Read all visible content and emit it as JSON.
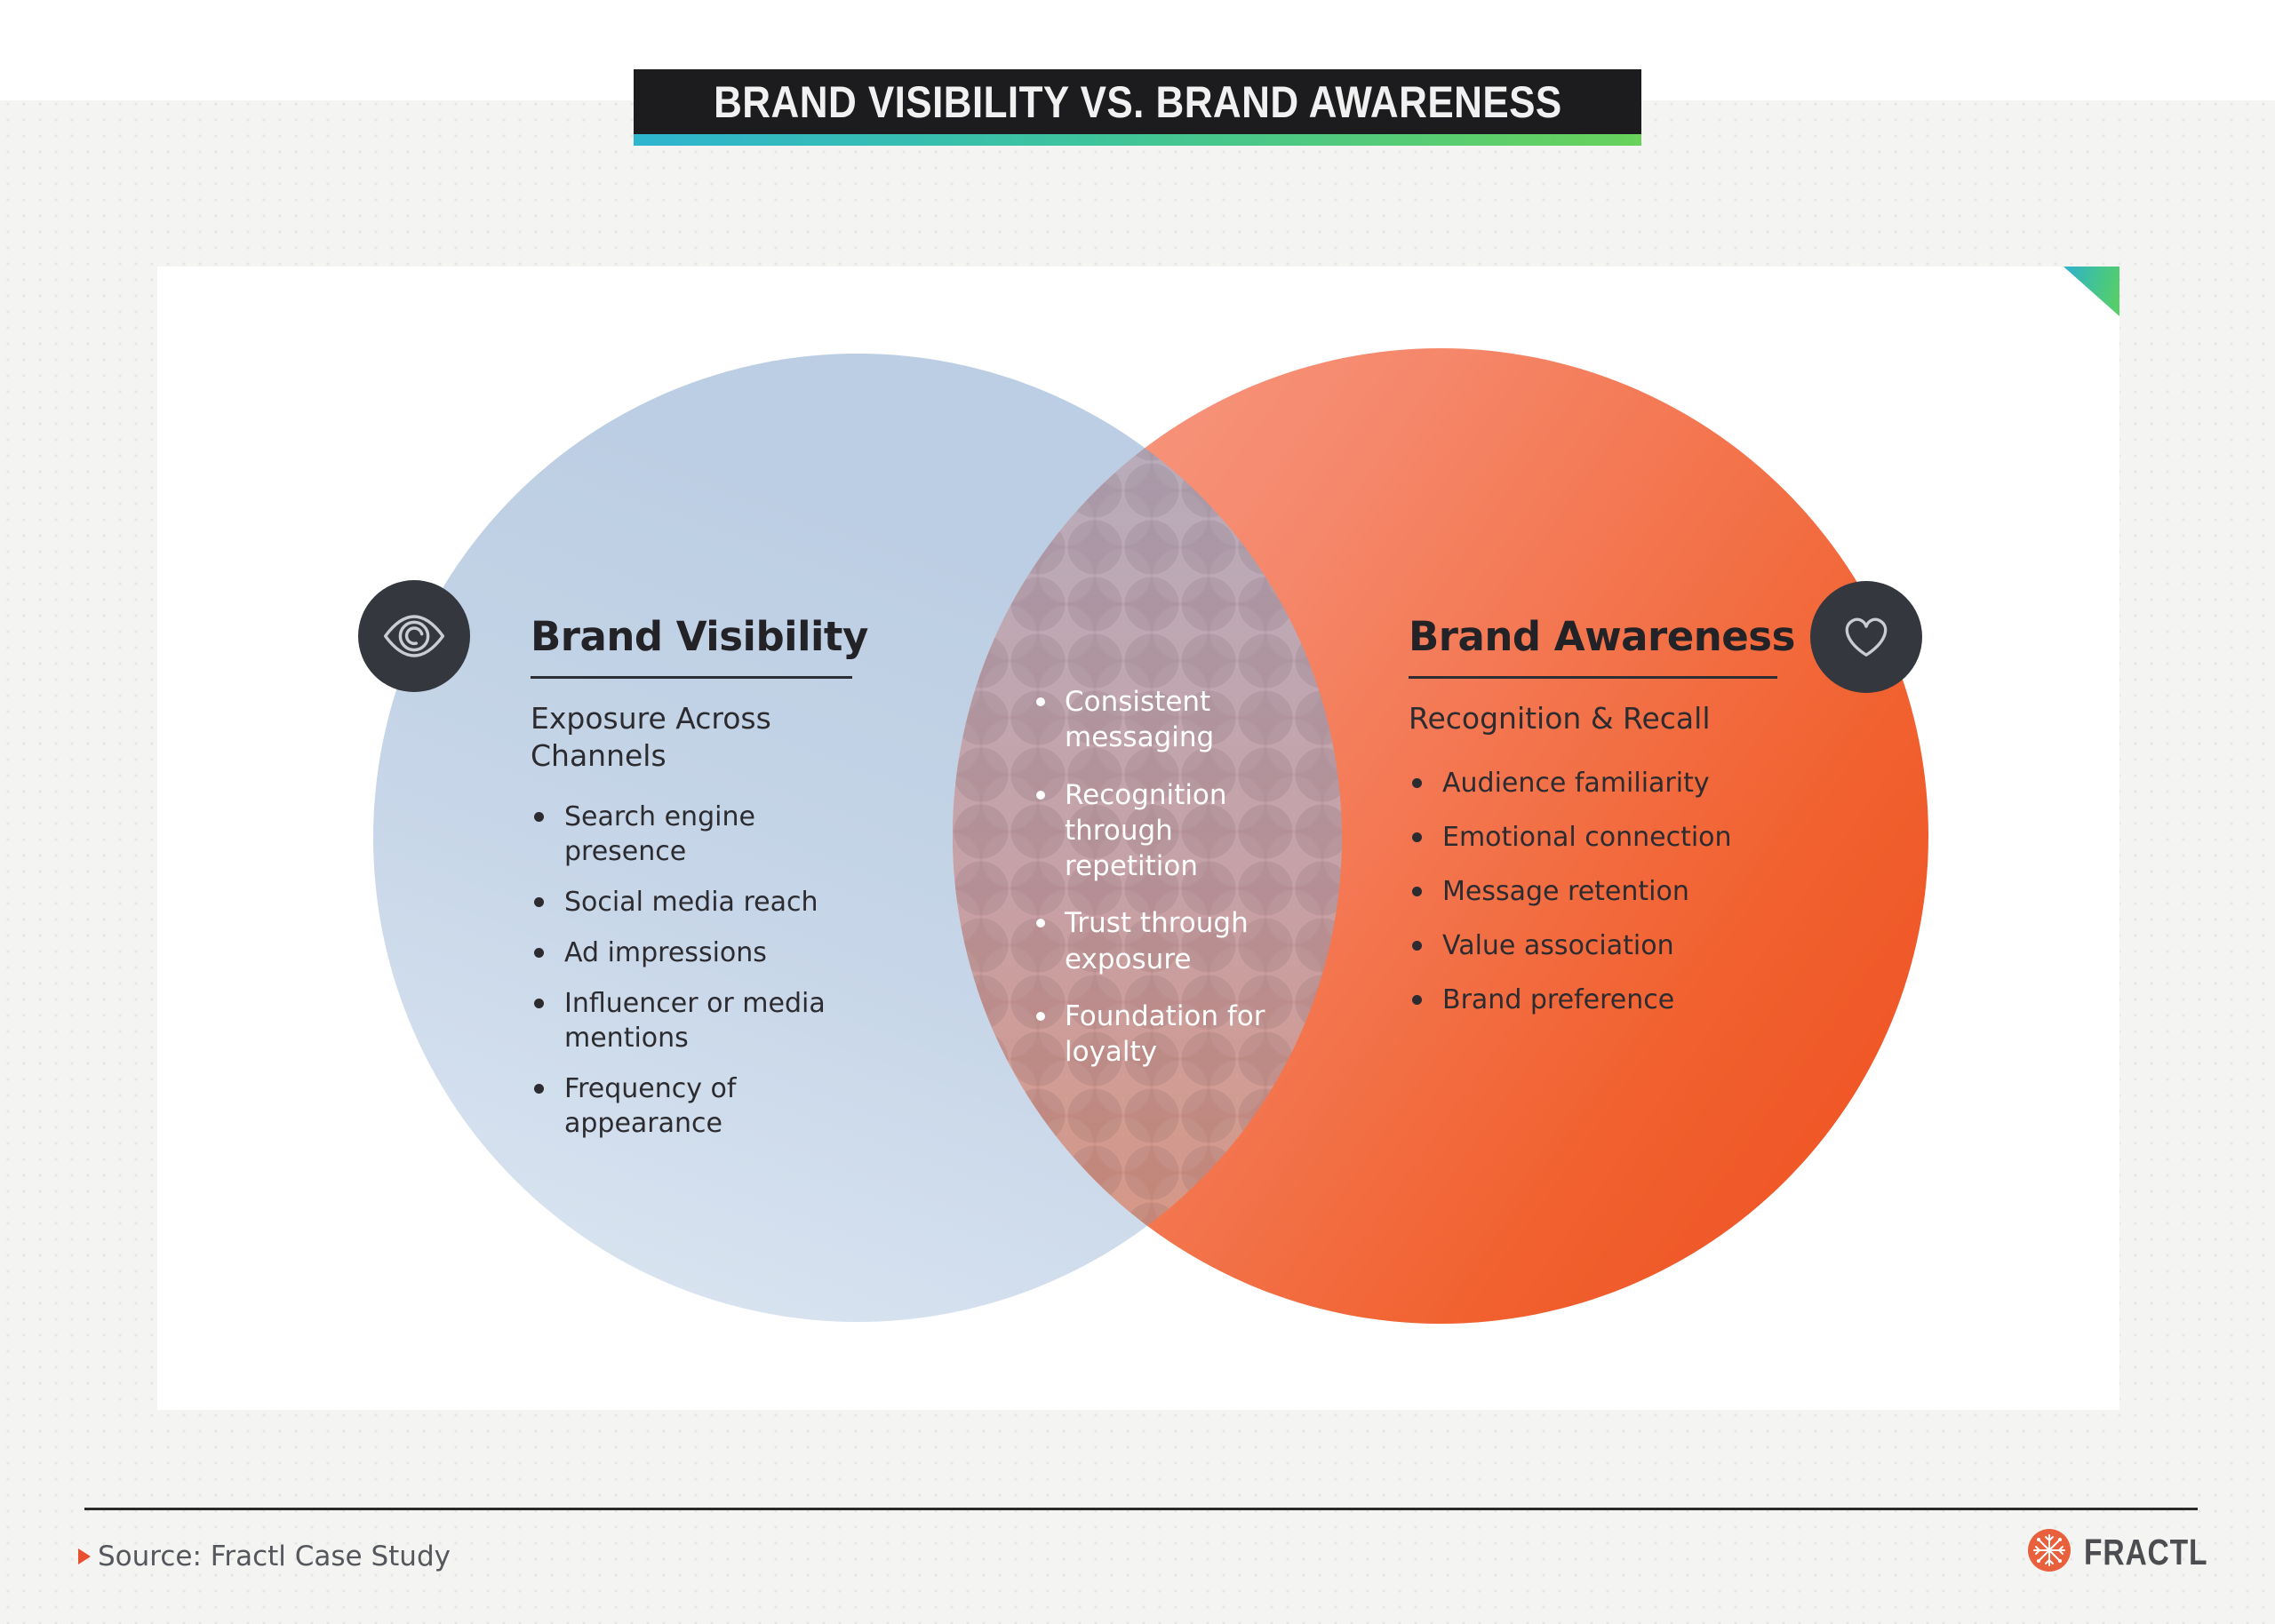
{
  "title": {
    "text": "BRAND VISIBILITY VS. BRAND AWARENESS"
  },
  "venn": {
    "left": {
      "heading": "Brand Visibility",
      "subheading": "Exposure Across Channels",
      "icon": "eye-icon",
      "items": [
        "Search engine presence",
        "Social media reach",
        "Ad impressions",
        "Influencer or media mentions",
        "Frequency of appearance"
      ]
    },
    "overlap": {
      "items": [
        "Consistent messaging",
        "Recognition through repetition",
        "Trust through exposure",
        "Foundation for loyalty"
      ]
    },
    "right": {
      "heading": "Brand Awareness",
      "subheading": "Recognition & Recall",
      "icon": "heart-icon",
      "items": [
        "Audience familiarity",
        "Emotional connection",
        "Message retention",
        "Value association",
        "Brand preference"
      ]
    }
  },
  "footer": {
    "source": "Source: Fractl Case Study",
    "brand": "FRACTL"
  },
  "colors": {
    "banner_bg": "#1c1c1e",
    "gradient_start": "#2eb5d0",
    "gradient_end": "#68d25a",
    "left_circle": "#c2d2e6",
    "right_circle": "#f1572d",
    "overlap": "#c29aa0",
    "badge_bg": "#34373e",
    "logo_orange": "#e8603c",
    "text_dark": "#2b2b30"
  }
}
